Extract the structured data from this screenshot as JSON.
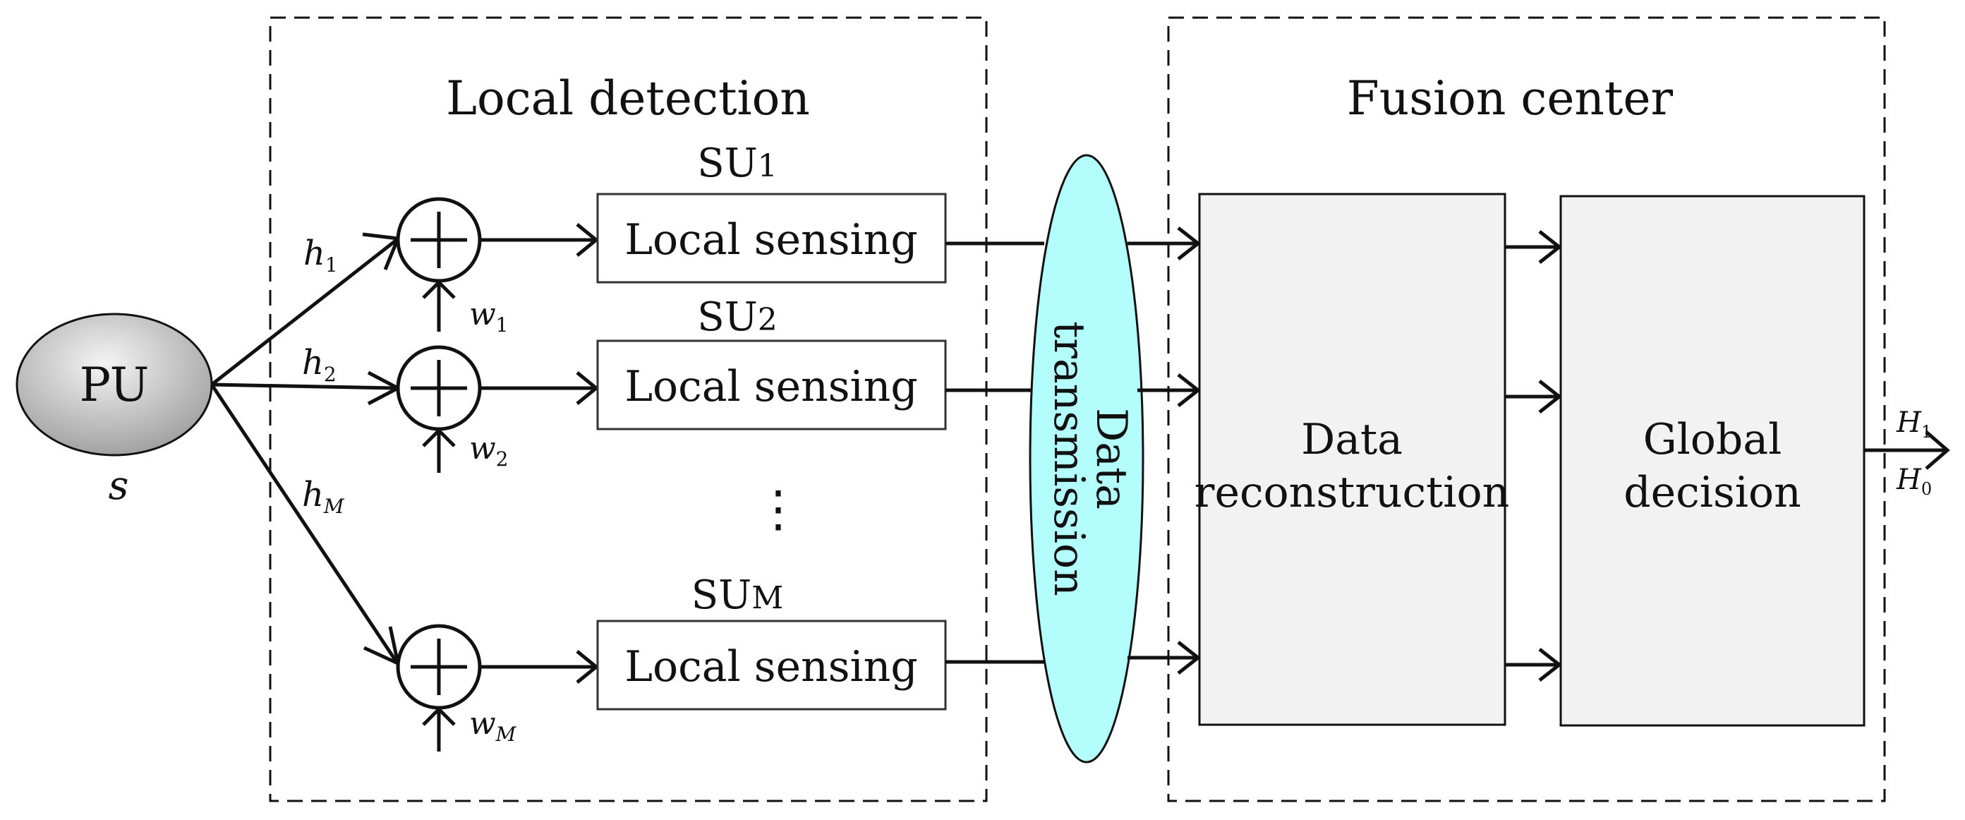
{
  "groups": {
    "local_detection": "Local detection",
    "fusion_center": "Fusion center"
  },
  "pu": {
    "label": "PU",
    "signal": "s"
  },
  "channels": [
    {
      "h": "h",
      "h_sub": "1",
      "w": "w",
      "w_sub": "1"
    },
    {
      "h": "h",
      "h_sub": "2",
      "w": "w",
      "w_sub": "2"
    },
    {
      "h": "h",
      "h_sub": "M",
      "w": "w",
      "w_sub": "M"
    }
  ],
  "secondary_users": [
    {
      "name": "SU",
      "sub": "1",
      "block": "Local sensing"
    },
    {
      "name": "SU",
      "sub": "2",
      "block": "Local sensing"
    },
    {
      "name": "SU",
      "sub": "M",
      "block": "Local sensing"
    }
  ],
  "ellipsis": "⋮",
  "transmission": {
    "line1": "Data",
    "line2": "transmission"
  },
  "reconstruction": {
    "line1": "Data",
    "line2": "reconstruction"
  },
  "decision": {
    "line1": "Global",
    "line2": "decision"
  },
  "hypotheses": {
    "h1": "H",
    "h1_sub": "1",
    "h0": "H",
    "h0_sub": "0"
  },
  "colors": {
    "pu_fill_light": "#f2f2f2",
    "pu_fill_dark": "#9a9a9a",
    "transmission_fill": "#b3fdfc",
    "block_fill": "#f2f2f2",
    "line": "#111111"
  }
}
